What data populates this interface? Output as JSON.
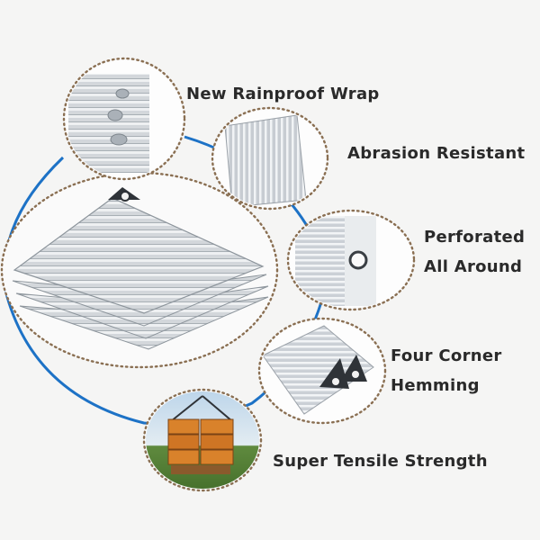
{
  "features": [
    {
      "id": "rainproof",
      "lines": [
        "New Rainproof Wrap"
      ]
    },
    {
      "id": "abrasion",
      "lines": [
        "Abrasion Resistant"
      ]
    },
    {
      "id": "perforated",
      "lines": [
        "Perforated",
        "All Around"
      ]
    },
    {
      "id": "hemming",
      "lines": [
        "Four Corner",
        "Hemming"
      ]
    },
    {
      "id": "tensile",
      "lines": [
        "Super Tensile Strength"
      ]
    }
  ],
  "colors": {
    "background": "#f5f5f4",
    "connector": "#1d72c6",
    "dotted_border": "#8a6f52",
    "tarp_silver": "#c9ced3",
    "grommet": "#2f3338",
    "label_text": "#2a2a2a"
  }
}
